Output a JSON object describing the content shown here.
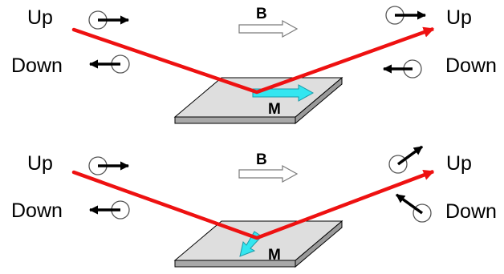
{
  "labels": {
    "up": "Up",
    "down": "Down",
    "field": "B",
    "magnetization": "M"
  },
  "colors": {
    "beam": "#ee1111",
    "magnetization_arrow": "#33e6f0",
    "plate_top": "#dedede",
    "plate_side": "#a8a8a8",
    "outline": "#000000"
  },
  "panels": [
    {
      "name": "parallel-magnetization",
      "spin_tilt_deg": 0
    },
    {
      "name": "tilted-magnetization",
      "spin_tilt_deg": 40
    }
  ]
}
